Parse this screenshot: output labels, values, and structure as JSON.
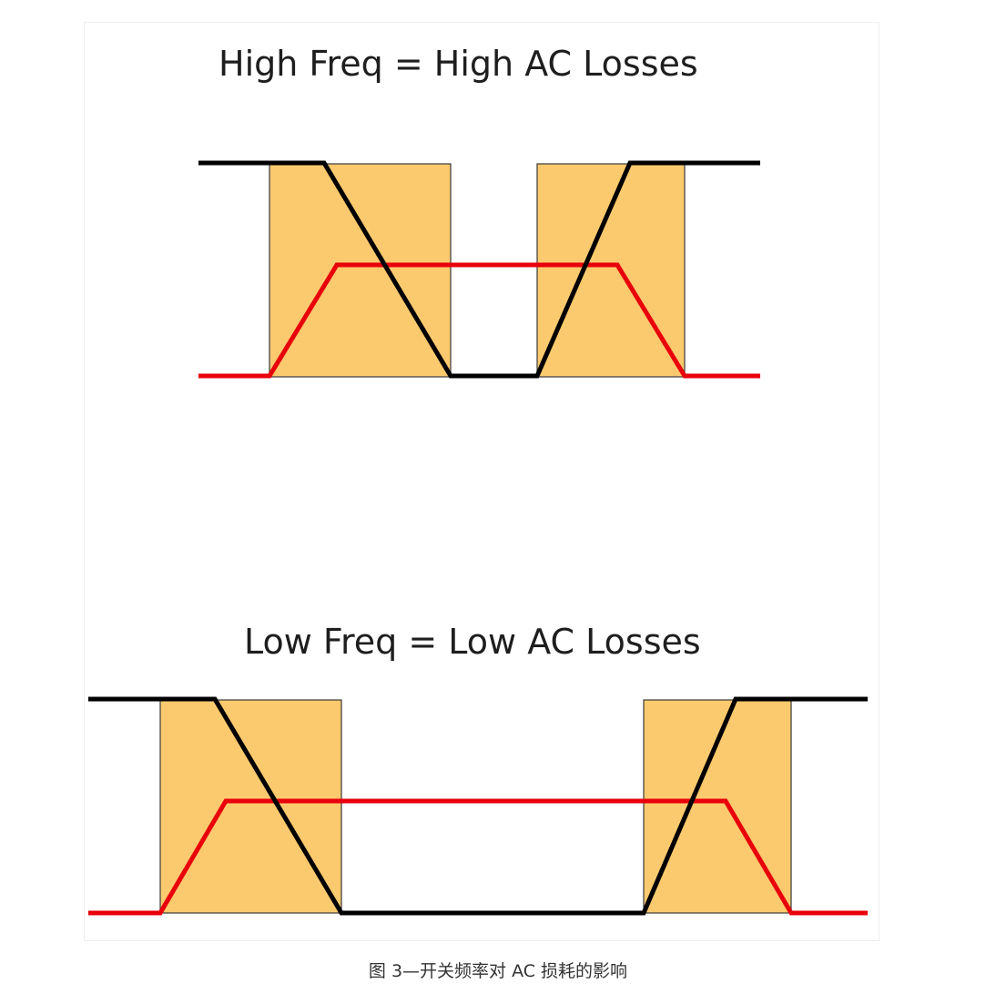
{
  "diagram": {
    "high_freq_title": "High Freq = High AC Losses",
    "low_freq_title": "Low Freq = Low AC Losses"
  },
  "caption": "图 3—开关频率对 AC 损耗的影响",
  "colors": {
    "loss_region": "#fcca6e",
    "voltage_trace": "#000000",
    "current_trace": "#e8000b",
    "box_border": "#3a3a3a"
  }
}
